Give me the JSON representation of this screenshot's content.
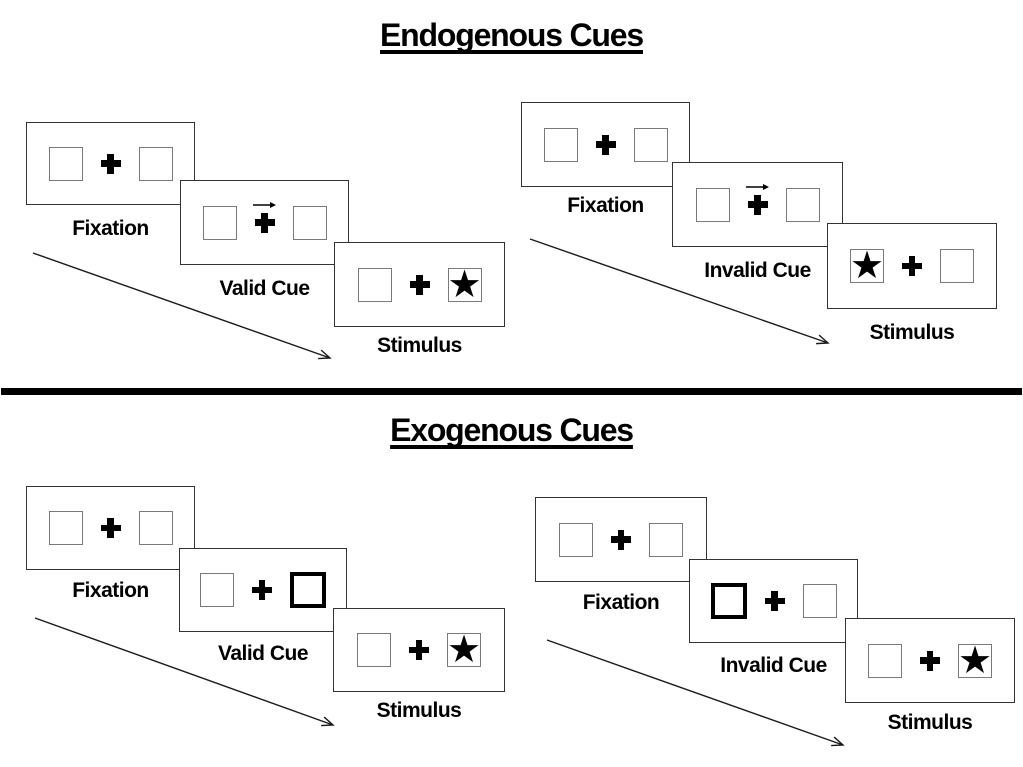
{
  "sections": [
    {
      "title": "Endogenous Cues",
      "groups": [
        {
          "name": "valid-cue-sequence",
          "panels": [
            {
              "label": "Fixation",
              "cue": "none",
              "left_box": "empty",
              "right_box": "empty"
            },
            {
              "label": "Valid Cue",
              "cue": "arrow-right-above-fixation",
              "left_box": "empty",
              "right_box": "empty"
            },
            {
              "label": "Stimulus",
              "cue": "none",
              "left_box": "empty",
              "right_box": "star"
            }
          ]
        },
        {
          "name": "invalid-cue-sequence",
          "panels": [
            {
              "label": "Fixation",
              "cue": "none",
              "left_box": "empty",
              "right_box": "empty"
            },
            {
              "label": "Invalid Cue",
              "cue": "arrow-right-above-fixation",
              "left_box": "empty",
              "right_box": "empty"
            },
            {
              "label": "Stimulus",
              "cue": "none",
              "left_box": "star",
              "right_box": "empty"
            }
          ]
        }
      ]
    },
    {
      "title": "Exogenous Cues",
      "groups": [
        {
          "name": "valid-cue-sequence",
          "panels": [
            {
              "label": "Fixation",
              "cue": "none",
              "left_box": "empty",
              "right_box": "empty"
            },
            {
              "label": "Valid Cue",
              "cue": "bold-box-right",
              "left_box": "empty",
              "right_box": "empty-bold"
            },
            {
              "label": "Stimulus",
              "cue": "none",
              "left_box": "empty",
              "right_box": "star"
            }
          ]
        },
        {
          "name": "invalid-cue-sequence",
          "panels": [
            {
              "label": "Fixation",
              "cue": "none",
              "left_box": "empty",
              "right_box": "empty"
            },
            {
              "label": "Invalid Cue",
              "cue": "bold-box-left",
              "left_box": "empty-bold",
              "right_box": "empty"
            },
            {
              "label": "Stimulus",
              "cue": "none",
              "left_box": "empty",
              "right_box": "star"
            }
          ]
        }
      ]
    }
  ],
  "glyphs": {
    "star": "★"
  },
  "colors": {
    "ink": "#000000",
    "panel_border": "#333333",
    "box_border": "#7a7a7a"
  }
}
